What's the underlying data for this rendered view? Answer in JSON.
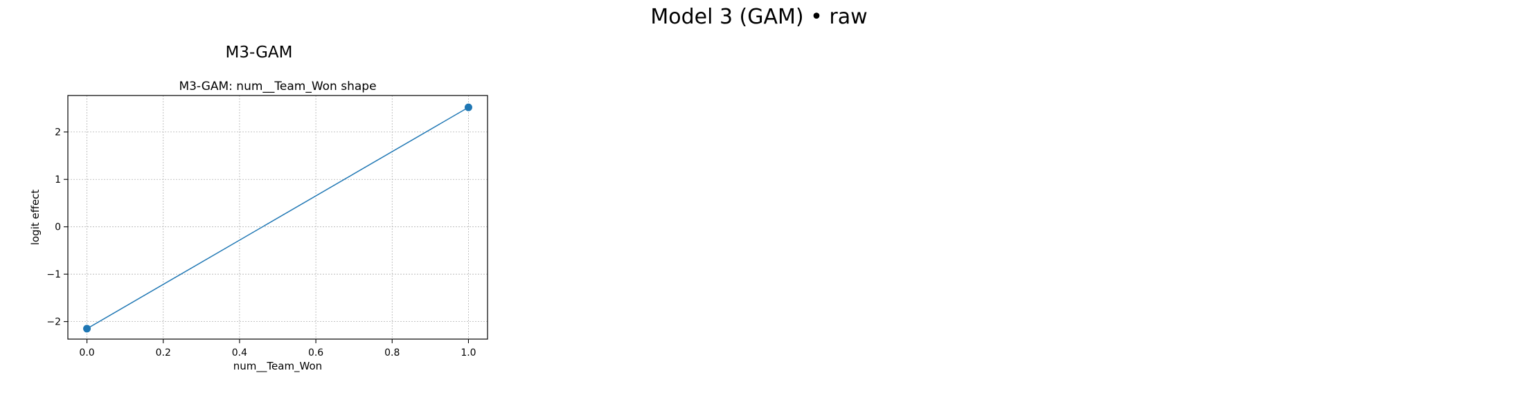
{
  "figure": {
    "suptitle": "Model 3 (GAM) • raw"
  },
  "subfigure": {
    "title": "M3-GAM"
  },
  "colors": {
    "series": "#1f77b4",
    "grid": "#b0b0b0",
    "axes": "#000000"
  },
  "chart_data": {
    "type": "line",
    "title": "M3-GAM: num__Team_Won shape",
    "xlabel": "num__Team_Won",
    "ylabel": "logit effect",
    "xlim": [
      -0.05,
      1.05
    ],
    "ylim": [
      -2.37,
      2.77
    ],
    "xticks": [
      0.0,
      0.2,
      0.4,
      0.6,
      0.8,
      1.0
    ],
    "xtick_labels": [
      "0.0",
      "0.2",
      "0.4",
      "0.6",
      "0.8",
      "1.0"
    ],
    "yticks": [
      -2,
      -1,
      0,
      1,
      2
    ],
    "ytick_labels": [
      "−2",
      "−1",
      "0",
      "1",
      "2"
    ],
    "grid": true,
    "markers": true,
    "series": [
      {
        "x": [
          0.0,
          1.0
        ],
        "y": [
          -2.15,
          2.52
        ]
      }
    ]
  }
}
